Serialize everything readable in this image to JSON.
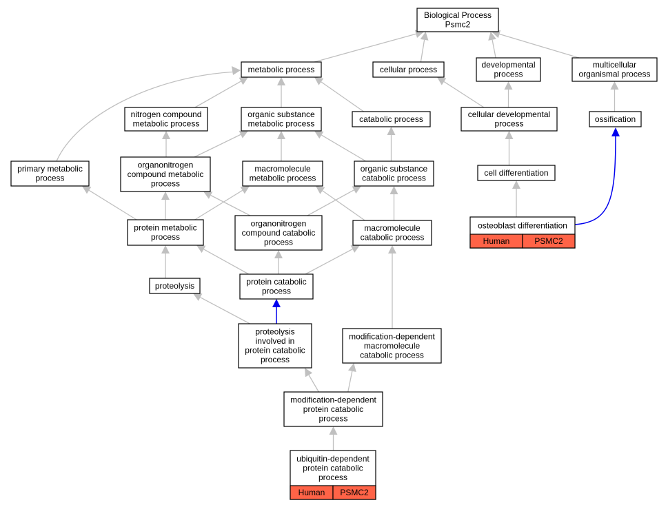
{
  "colors": {
    "edge": "#c0c0c0",
    "highlight_edge": "#0000ee",
    "annotation_fill": "#ff6347",
    "node_border": "#000000"
  },
  "nodes": {
    "root": {
      "lines": [
        "Biological Process",
        "Psmc2"
      ]
    },
    "metabolic": {
      "lines": [
        "metabolic process"
      ]
    },
    "cellular": {
      "lines": [
        "cellular process"
      ]
    },
    "developmental": {
      "lines": [
        "developmental",
        "process"
      ]
    },
    "multicellular": {
      "lines": [
        "multicellular",
        "organismal process"
      ]
    },
    "nitrogen": {
      "lines": [
        "nitrogen compound",
        "metabolic process"
      ]
    },
    "orgsubmet": {
      "lines": [
        "organic substance",
        "metabolic process"
      ]
    },
    "catabolic": {
      "lines": [
        "catabolic process"
      ]
    },
    "celldev": {
      "lines": [
        "cellular developmental",
        "process"
      ]
    },
    "ossification": {
      "lines": [
        "ossification"
      ]
    },
    "primary": {
      "lines": [
        "primary metabolic",
        "process"
      ]
    },
    "orgnitmet": {
      "lines": [
        "organonitrogen",
        "compound metabolic",
        "process"
      ]
    },
    "macromet": {
      "lines": [
        "macromolecule",
        "metabolic process"
      ]
    },
    "orgsubcat": {
      "lines": [
        "organic substance",
        "catabolic process"
      ]
    },
    "celldiff": {
      "lines": [
        "cell differentiation"
      ]
    },
    "protmet": {
      "lines": [
        "protein metabolic",
        "process"
      ]
    },
    "orgnitcat": {
      "lines": [
        "organonitrogen",
        "compound catabolic",
        "process"
      ]
    },
    "macrocat": {
      "lines": [
        "macromolecule",
        "catabolic process"
      ]
    },
    "osteoblast": {
      "lines": [
        "osteoblast differentiation"
      ],
      "tags": [
        "Human",
        "PSMC2"
      ]
    },
    "proteolysis": {
      "lines": [
        "proteolysis"
      ]
    },
    "protcat": {
      "lines": [
        "protein catabolic",
        "process"
      ]
    },
    "proteolysiscat": {
      "lines": [
        "proteolysis",
        "involved in",
        "protein catabolic",
        "process"
      ]
    },
    "moddepmacro": {
      "lines": [
        "modification-dependent",
        "macromolecule",
        "catabolic process"
      ]
    },
    "moddepprot": {
      "lines": [
        "modification-dependent",
        "protein catabolic",
        "process"
      ]
    },
    "ubiq": {
      "lines": [
        "ubiquitin-dependent",
        "protein catabolic",
        "process"
      ],
      "tags": [
        "Human",
        "PSMC2"
      ]
    }
  },
  "edges": [
    {
      "from": "metabolic",
      "to": "root"
    },
    {
      "from": "cellular",
      "to": "root"
    },
    {
      "from": "developmental",
      "to": "root"
    },
    {
      "from": "multicellular",
      "to": "root"
    },
    {
      "from": "primary",
      "to": "metabolic"
    },
    {
      "from": "nitrogen",
      "to": "metabolic"
    },
    {
      "from": "orgsubmet",
      "to": "metabolic"
    },
    {
      "from": "catabolic",
      "to": "metabolic"
    },
    {
      "from": "celldev",
      "to": "cellular"
    },
    {
      "from": "celldev",
      "to": "developmental"
    },
    {
      "from": "ossification",
      "to": "multicellular"
    },
    {
      "from": "orgnitmet",
      "to": "nitrogen"
    },
    {
      "from": "orgnitmet",
      "to": "orgsubmet"
    },
    {
      "from": "macromet",
      "to": "orgsubmet"
    },
    {
      "from": "orgsubcat",
      "to": "orgsubmet"
    },
    {
      "from": "orgsubcat",
      "to": "catabolic"
    },
    {
      "from": "celldiff",
      "to": "celldev"
    },
    {
      "from": "osteoblast",
      "to": "celldiff"
    },
    {
      "from": "osteoblast",
      "to": "ossification",
      "highlight": true
    },
    {
      "from": "protmet",
      "to": "primary"
    },
    {
      "from": "protmet",
      "to": "orgnitmet"
    },
    {
      "from": "protmet",
      "to": "macromet"
    },
    {
      "from": "orgnitcat",
      "to": "orgnitmet"
    },
    {
      "from": "orgnitcat",
      "to": "orgsubcat"
    },
    {
      "from": "macrocat",
      "to": "macromet"
    },
    {
      "from": "macrocat",
      "to": "orgsubcat"
    },
    {
      "from": "proteolysis",
      "to": "protmet"
    },
    {
      "from": "protcat",
      "to": "protmet"
    },
    {
      "from": "protcat",
      "to": "orgnitcat"
    },
    {
      "from": "protcat",
      "to": "macrocat"
    },
    {
      "from": "proteolysiscat",
      "to": "proteolysis"
    },
    {
      "from": "proteolysiscat",
      "to": "protcat",
      "highlight": true
    },
    {
      "from": "moddepmacro",
      "to": "macrocat"
    },
    {
      "from": "moddepprot",
      "to": "proteolysiscat"
    },
    {
      "from": "moddepprot",
      "to": "moddepmacro"
    },
    {
      "from": "ubiq",
      "to": "moddepprot"
    }
  ]
}
